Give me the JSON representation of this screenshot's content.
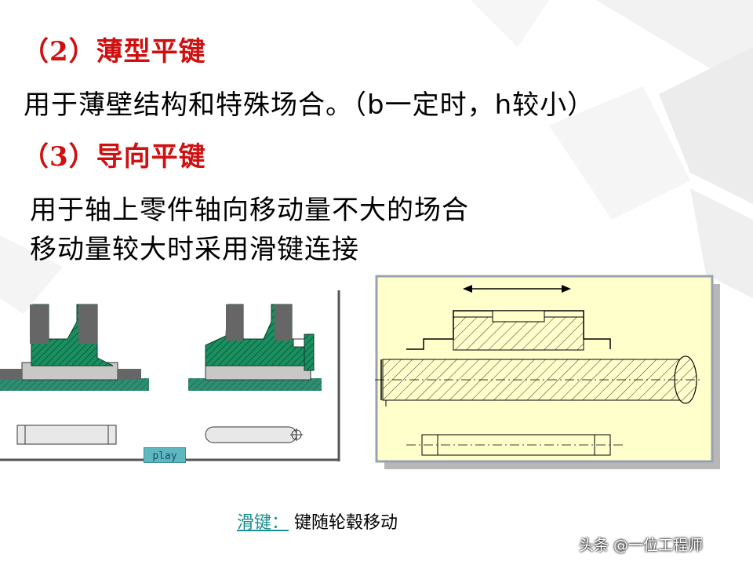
{
  "slide": {
    "heading_2": {
      "label": "（2）薄型平键"
    },
    "para_1": "用于薄壁结构和特殊场合。（b一定时，h较小）",
    "heading_3": {
      "label": "（3）导向平键"
    },
    "para_2_line1": "用于轴上零件轴向移动量不大的场合",
    "para_2_line2": "移动量较大时采用滑键连接"
  },
  "figure_left": {
    "play_button_label": "play",
    "colors": {
      "hatch": "#1a9060",
      "part": "#666666",
      "key": "#c8c8c8",
      "base": "#4a8a8a"
    }
  },
  "figure_right": {
    "colors": {
      "background": "#ffffcc",
      "border": "#9aa0b4",
      "shadow": "#b7b7b7"
    }
  },
  "caption": {
    "term": "滑键：",
    "description": "键随轮毂移动"
  },
  "watermark": "头条 @一位工程师"
}
